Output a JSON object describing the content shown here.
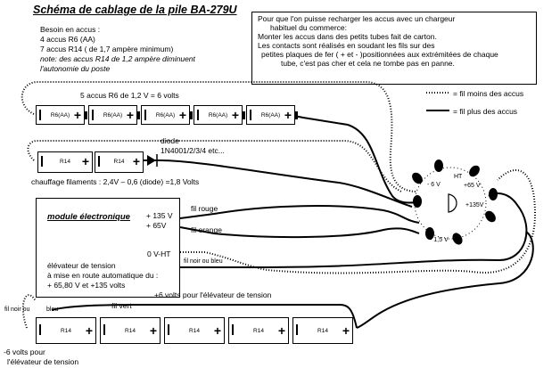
{
  "title": "Schéma de  cablage de la pile BA-279U",
  "needs": {
    "line1": "Besoin en accus :",
    "line2": "4 accus R6 (AA)",
    "line3": "7 accus R14 ( de 1,7 ampère minimum)",
    "line4": "note: des accus R14 de 1,2 ampère diminuent",
    "line5": "l'autonomie du poste"
  },
  "note": {
    "l1": "Pour que l'on puisse recharger les accus avec un chargeur",
    "l2": "habituel du commerce:",
    "l3": "Monter les accus dans des petits tubes fait de carton.",
    "l4": "Les contacts sont réalisés en soudant les fils sur des",
    "l5": "petites plaques de fer ( + et - )positionnées aux extrémitées de chaque",
    "l6": "tube, c'est pas cher et cela ne tombe pas en panne."
  },
  "legend": {
    "minus": "= fil moins des accus",
    "plus": "= fil plus des accus"
  },
  "r6_group": {
    "caption": "5 accus R6 de 1,2 V = 6 volts",
    "cell_label": "R6(AA)",
    "minus": "I",
    "plus": "+"
  },
  "r14_label": "R14",
  "diode": {
    "title": "diode",
    "part": "1N4001/2/3/4 etc..."
  },
  "filaments": "chauffage filaments : 2,4V – 0,6 (diode) =1,8 Volts",
  "module": {
    "title": "module électronique",
    "v135": "+ 135 V",
    "v65": "+ 65V",
    "ovht": "0 V-HT",
    "desc1": "élévateur de tension",
    "desc2": "à mise en route automatique du :",
    "desc3": "+ 65,80 V et +135 volts"
  },
  "wires": {
    "rouge": "fil rouge",
    "orange": "fil orange",
    "noir_bleu": "fil noir ou  bleu",
    "vert": "fil vert",
    "noir_ou": "fil noir ou",
    "bleu": "bleu",
    "six_volts_elev": "+6 volts pour l'élévateur de tension"
  },
  "connector": {
    "m6": "- 6 V",
    "ht": "HT",
    "p65": "+65 V",
    "p135": "+135V",
    "m15": "- 1,5 V"
  },
  "bottom_note": {
    "l1": "-6 volts pour",
    "l2": "l'élévateur de tension"
  }
}
